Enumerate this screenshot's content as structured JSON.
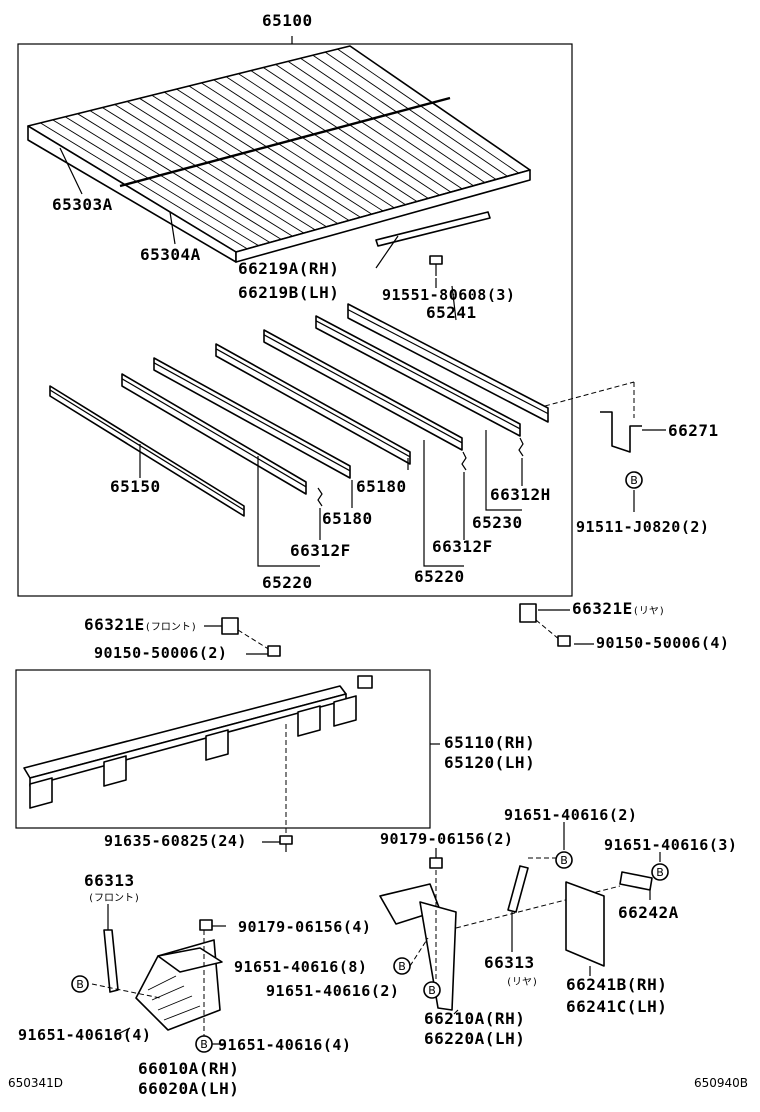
{
  "labels": {
    "top_assembly": "65100",
    "floor_rear": "65303A",
    "floor_front": "65304A",
    "bracket_rh": "66219A(RH)",
    "bracket_lh": "66219B(LH)",
    "bolt_top": "91551-80608(3)",
    "sill_65241": "65241",
    "bracket_66271": "66271",
    "bolt_91511": "91511-J0820(2)",
    "sill_65150": "65150",
    "sill_65180a": "65180",
    "sill_65180b": "65180",
    "clip_66312h": "66312H",
    "sill_65230": "65230",
    "clip_66312f_left": "66312F",
    "clip_66312f_right": "66312F",
    "sill_65220_left": "65220",
    "sill_65220_right": "65220",
    "hook_front": "66321E",
    "hook_front_note": "(フロント)",
    "hook_rear": "66321E",
    "hook_rear_note": "(リヤ)",
    "bolt_front": "90150-50006(2)",
    "bolt_rear": "90150-50006(4)",
    "side_rail_rh": "65110(RH)",
    "side_rail_lh": "65120(LH)",
    "bolt_side": "91635-60825(24)",
    "nut_mid": "90179-06156(2)",
    "bolt_91651_2": "91651-40616(2)",
    "bolt_91651_3": "91651-40616(3)",
    "stay_66313_front": "66313",
    "stay_66313_front_note": "(フロント)",
    "nut_90179_4": "90179-06156(4)",
    "bolt_91651_8": "91651-40616(8)",
    "bolt_91651_2b": "91651-40616(2)",
    "stay_66313_rear": "66313",
    "stay_66313_rear_note": "(リヤ)",
    "plate_66242a": "66242A",
    "flap_rh": "66241B(RH)",
    "flap_lh": "66241C(LH)",
    "bolt_91651_4a": "91651-40616(4)",
    "bolt_91651_4b": "91651-40616(4)",
    "mudguard_rh": "66010A(RH)",
    "mudguard_lh": "66020A(LH)",
    "flap_bracket_rh": "66210A(RH)",
    "flap_bracket_lh": "66220A(LH)",
    "callout_b": "B"
  },
  "codes": {
    "left": "650341D",
    "right": "650940B"
  }
}
